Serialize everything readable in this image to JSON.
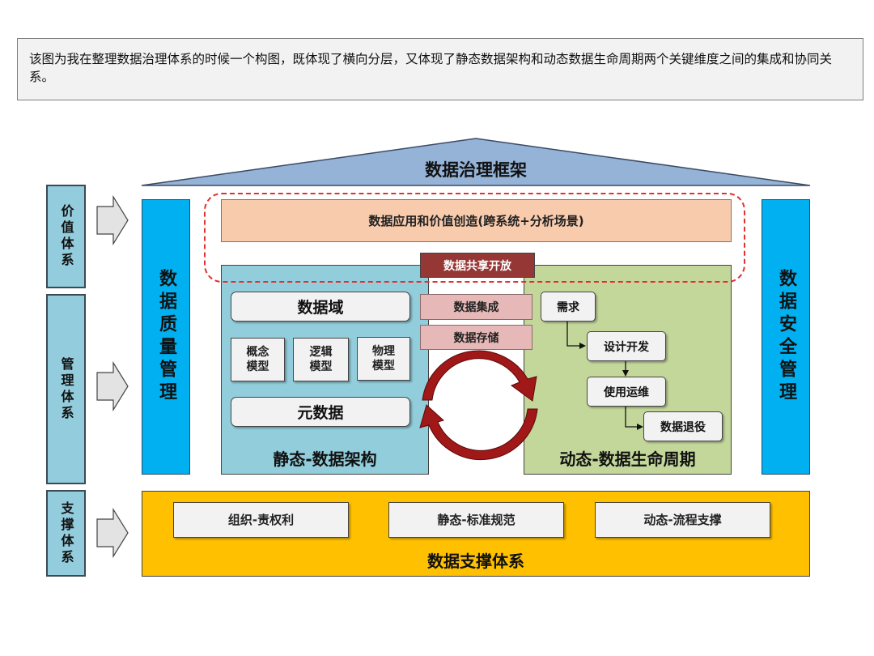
{
  "note": "该图为我在整理数据治理体系的时候一个构图，既体现了横向分层，又体现了静态数据架构和动态数据生命周期两个关键维度之间的集成和协同关系。",
  "roof_title": "数据治理框架",
  "left_labels": [
    "价值体系",
    "管理体系",
    "支撑体系"
  ],
  "left_pillar": "数据质量管理",
  "right_pillar": "数据安全管理",
  "top_bar": "数据应用和价值创造(跨系统+分析场景)",
  "share_label": "数据共享开放",
  "middle": [
    "数据集成",
    "数据存储"
  ],
  "static": {
    "domain": "数据域",
    "models": [
      "概念模型",
      "逻辑模型",
      "物理模型"
    ],
    "metadata": "元数据",
    "caption": "静态-数据架构"
  },
  "dynamic": {
    "steps": [
      "需求",
      "设计开发",
      "使用运维",
      "数据退役"
    ],
    "caption": "动态-数据生命周期"
  },
  "support": {
    "items": [
      "组织-责权利",
      "静态-标准规范",
      "动态-流程支撑"
    ],
    "caption": "数据支撑体系"
  },
  "colors": {
    "roof": "#95b3d7",
    "pillar": "#00b0f0",
    "top_bar": "#f8cbad",
    "static": "#92cddc",
    "dynamic": "#c4d79b",
    "support": "#ffc000",
    "share": "#953735",
    "dashed": "#e03030"
  }
}
